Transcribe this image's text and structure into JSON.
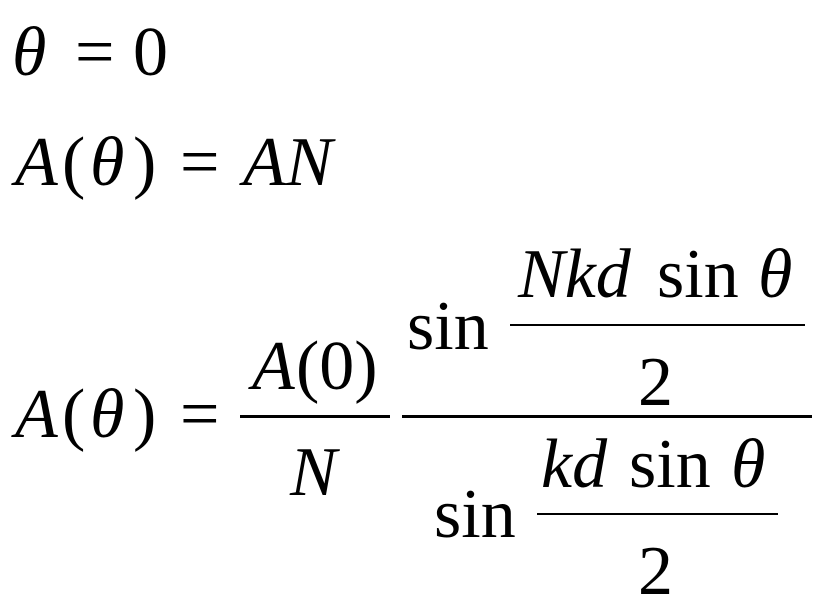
{
  "equations": {
    "line1": {
      "theta": "θ",
      "equals": "=",
      "zero": "0"
    },
    "line2": {
      "A": "A",
      "lparen": "(",
      "theta": "θ",
      "rparen": ")",
      "equals": "=",
      "rhs": "AN"
    },
    "line3": {
      "A": "A",
      "lparen": "(",
      "theta": "θ",
      "rparen": ")",
      "equals": "=",
      "left_frac": {
        "num_A": "A",
        "num_paren": "(0)",
        "den": "N"
      },
      "big_frac": {
        "num_sin": "sin",
        "num_arg": {
          "Nkd": "Nkd",
          "sin": "sin",
          "theta": "θ",
          "den": "2"
        },
        "den_sin": "sin",
        "den_arg": {
          "kd": "kd",
          "sin": "sin",
          "theta": "θ",
          "den": "2"
        }
      }
    }
  }
}
